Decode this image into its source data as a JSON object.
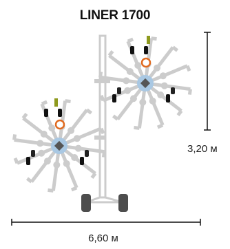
{
  "title": "LINER 1700",
  "dimensions": {
    "height": "3,20 м",
    "width": "6,60 м"
  },
  "colors": {
    "arm": "#cccccc",
    "hub": "#a9c8e3",
    "center": "#555555",
    "tine": "#111111",
    "marker_ring": "#e06a1f",
    "indicator": "#8e9a1e",
    "dimension_line": "#111111",
    "tire": "#4d4d4d"
  },
  "rotors": [
    {
      "id": "left-rotor",
      "arms": 12
    },
    {
      "id": "right-rotor",
      "arms": 12
    }
  ]
}
